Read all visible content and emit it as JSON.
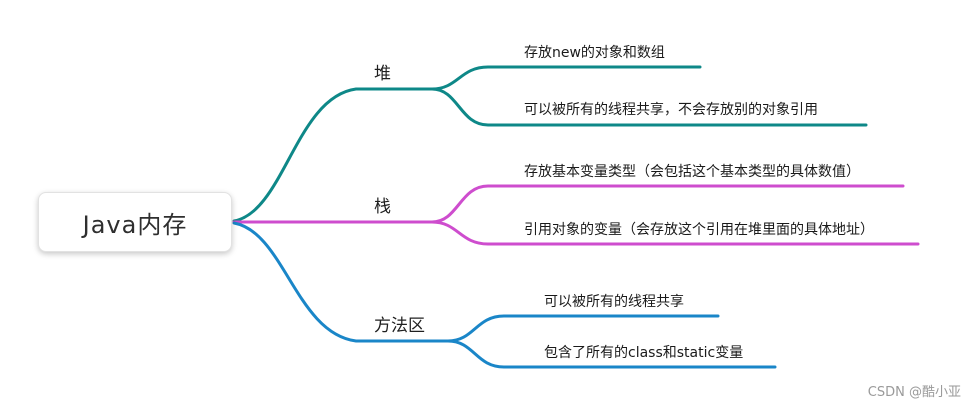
{
  "root": {
    "label": "Java内存"
  },
  "branches": [
    {
      "label": "堆",
      "color": "#0e8888",
      "children": [
        "存放new的对象和数组",
        "可以被所有的线程共享，不会存放别的对象引用"
      ]
    },
    {
      "label": "栈",
      "color": "#ce4dce",
      "children": [
        "存放基本变量类型（会包括这个基本类型的具体数值）",
        "引用对象的变量（会存放这个引用在堆里面的具体地址）"
      ]
    },
    {
      "label": "方法区",
      "color": "#1a86c8",
      "children": [
        "可以被所有的线程共享",
        "包含了所有的class和static变量"
      ]
    }
  ],
  "watermark": "CSDN @酷小亚"
}
